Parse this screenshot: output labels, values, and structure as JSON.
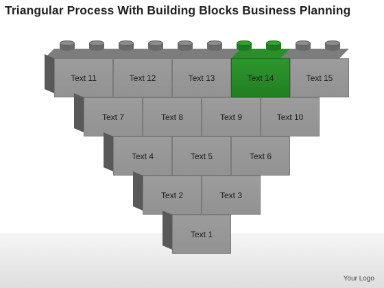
{
  "title": "Triangular Process With Building Blocks Business Planning",
  "logo_text": "Your Logo",
  "colors": {
    "block": "#969696",
    "block_side": "#595959",
    "accent": "#28902b",
    "title": "#222222"
  },
  "rows": [
    {
      "labels": [
        "Text 11",
        "Text 12",
        "Text 13",
        "Text 14",
        "Text 15"
      ],
      "highlight_index": 3
    },
    {
      "labels": [
        "Text 7",
        "Text 8",
        "Text 9",
        "Text 10"
      ],
      "highlight_index": -1
    },
    {
      "labels": [
        "Text 4",
        "Text 5",
        "Text 6"
      ],
      "highlight_index": -1
    },
    {
      "labels": [
        "Text 2",
        "Text 3"
      ],
      "highlight_index": -1
    },
    {
      "labels": [
        "Text 1"
      ],
      "highlight_index": -1
    }
  ]
}
